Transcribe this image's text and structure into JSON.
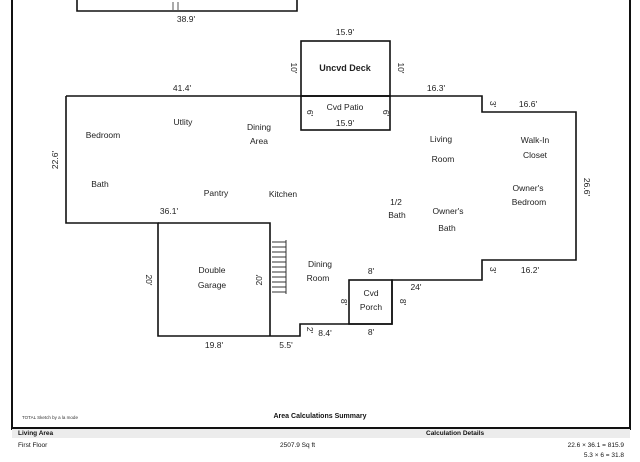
{
  "floorplan": {
    "top_dim": "38.9'",
    "deck": {
      "name": "Uncvd Deck",
      "top": "15.9'",
      "left": "10'",
      "right": "10'"
    },
    "patio": {
      "name": "Cvd Patio",
      "width": "15.9'",
      "left": "6'",
      "right": "6'"
    },
    "dims": {
      "main_top": "41.4'",
      "right_top_a": "16.3'",
      "step_a": "3'",
      "right_top_b": "16.6'",
      "left_side": "22.6'",
      "right_side": "26.6'",
      "garage_top": "36.1'",
      "garage_side": "20'",
      "garage_inner": "20'",
      "garage_bottom": "19.8'",
      "bottom_a": "5.5'",
      "step_b": "2'",
      "bottom_b": "8.4'",
      "porch_top": "8'",
      "porch_left": "8'",
      "porch_right": "8'",
      "porch_bottom": "8'",
      "lower_right": "24'",
      "step_c": "3'",
      "right_bottom": "16.2'"
    },
    "rooms": {
      "bedroom": "Bedroom",
      "utility": "Utlity",
      "dining_area_1": "Dining",
      "dining_area_2": "Area",
      "living_1": "Living",
      "living_2": "Room",
      "walkin_1": "Walk-In",
      "walkin_2": "Closet",
      "bath": "Bath",
      "pantry": "Pantry",
      "kitchen": "Kitchen",
      "half_bath_1": "1/2",
      "half_bath_2": "Bath",
      "owners_bath_1": "Owner's",
      "owners_bath_2": "Bath",
      "owners_bed_1": "Owner's",
      "owners_bed_2": "Bedroom",
      "garage_1": "Double",
      "garage_2": "Garage",
      "dining_room_1": "Dining",
      "dining_room_2": "Room",
      "porch_1": "Cvd",
      "porch_2": "Porch"
    }
  },
  "summary": {
    "sketch_note": "TOTAL Sketch by a la mode",
    "title": "Area Calculations Summary",
    "col1_header": "Living Area",
    "col3_header": "Calculation Details",
    "row1_label": "First Floor",
    "row1_area": "2507.9 Sq ft",
    "calc1": "22.6 × 36.1 = 815.9",
    "calc2": "5.3 × 6 = 31.8"
  }
}
